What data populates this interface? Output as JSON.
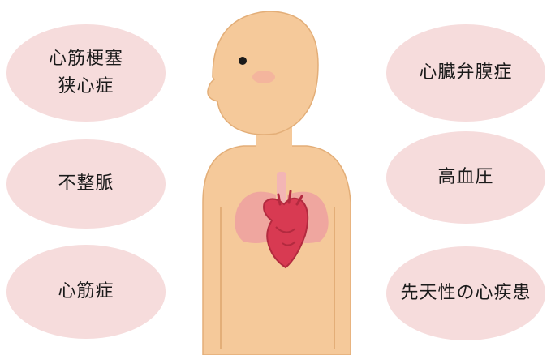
{
  "left_conditions": [
    {
      "lines": [
        "心筋梗塞",
        "狭心症"
      ]
    },
    {
      "lines": [
        "不整脈"
      ]
    },
    {
      "lines": [
        "心筋症"
      ]
    }
  ],
  "right_conditions": [
    {
      "lines": [
        "心臓弁膜症"
      ]
    },
    {
      "lines": [
        "高血圧"
      ]
    },
    {
      "lines": [
        "先天性の心疾患"
      ]
    }
  ],
  "colors": {
    "bubble": "#f6dcdc",
    "skin": "#f5c99a",
    "skin_outline": "#e3ae78",
    "lungs": "#eda0a0",
    "trachea": "#f3b5b5",
    "heart": "#d83a52",
    "heart_dark": "#b32a3f",
    "cheek": "#f4a9a0"
  }
}
